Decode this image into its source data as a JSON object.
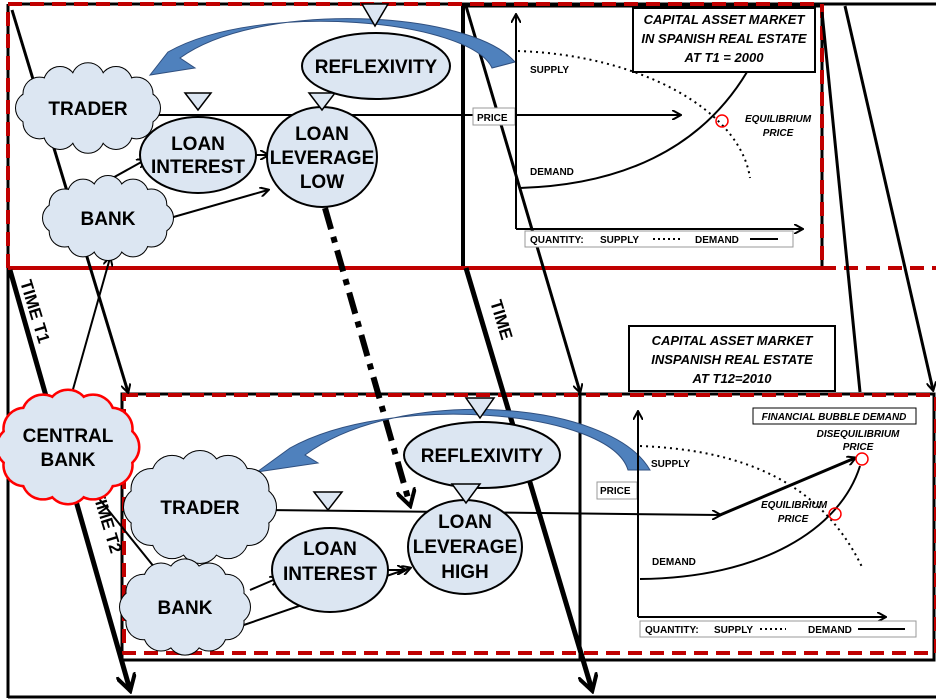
{
  "colors": {
    "node_fill": "#dce6f2",
    "dashed_border": "#c00000",
    "central_bank_border": "#ff0000",
    "reflexivity_arrow": "#4f81bd",
    "equilibrium_marker": "#ff0000"
  },
  "t1": {
    "trader": "TRADER",
    "bank": "BANK",
    "loan_interest": [
      "LOAN",
      "INTEREST"
    ],
    "loan_leverage": [
      "LOAN",
      "LEVERAGE",
      "LOW"
    ],
    "reflexivity": "REFLEXIVITY",
    "chart": {
      "title": [
        "CAPITAL ASSET MARKET",
        "IN SPANISH REAL ESTATE",
        "AT  T1 = 2000"
      ],
      "price": "PRICE",
      "supply": "SUPPLY",
      "demand": "DEMAND",
      "equilibrium": [
        "EQUILIBRIUM",
        "PRICE"
      ],
      "legend": {
        "quantity": "QUANTITY:",
        "supply": "SUPPLY",
        "demand": "DEMAND"
      }
    }
  },
  "t2": {
    "central_bank": [
      "CENTRAL",
      "BANK"
    ],
    "trader": "TRADER",
    "bank": "BANK",
    "loan_interest": [
      "LOAN",
      "INTEREST"
    ],
    "loan_leverage": [
      "LOAN",
      "LEVERAGE",
      "HIGH"
    ],
    "reflexivity": "REFLEXIVITY",
    "chart": {
      "title": [
        "CAPITAL ASSET MARKET",
        "INSPANISH REAL ESTATE",
        "AT  T12=2010"
      ],
      "bubble": "FINANCIAL BUBBLE DEMAND",
      "price": "PRICE",
      "supply": "SUPPLY",
      "demand": "DEMAND",
      "equilibrium": [
        "EQUILIBRIUM",
        "PRICE"
      ],
      "disequilibrium": [
        "DISEQUILIBRIUM",
        "PRICE"
      ],
      "legend": {
        "quantity": "QUANTITY:",
        "supply": "SUPPLY",
        "demand": "DEMAND"
      }
    }
  },
  "time_labels": {
    "t1": "TIME T1",
    "t2": "TIME T2",
    "time": "TIME"
  }
}
